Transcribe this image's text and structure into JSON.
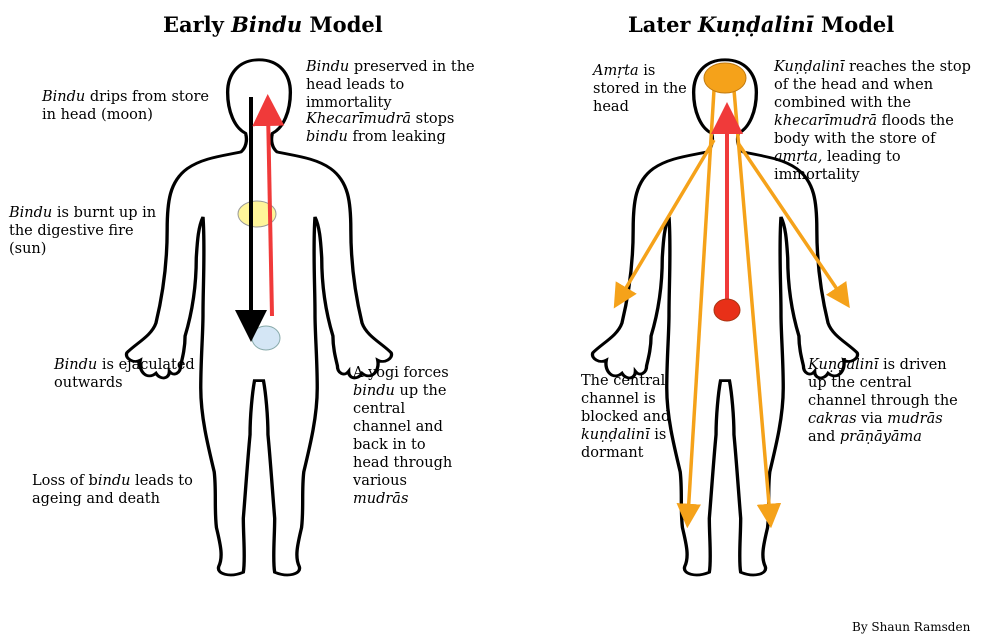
{
  "left": {
    "title_pre": "Early ",
    "title_em": "Bindu",
    "title_post": " Model",
    "labels": {
      "drips": {
        "em": "Bindu",
        "rest": " drips from store in head (moon)"
      },
      "preserved": {
        "em": "Bindu",
        "rest": " preserved in the head leads to immortality"
      },
      "khecari": {
        "em": "Khecarīmudrā",
        "rest1": " stops ",
        "em2": "bindu",
        "rest2": " from leaking"
      },
      "burnt": {
        "em": "Bindu",
        "rest": " is burnt up in the digestive fire (sun)"
      },
      "ejaculated": {
        "em": "Bindu",
        "rest": " is ejaculated outwards"
      },
      "yogi": {
        "pre": "A yogi forces ",
        "em": "bindu",
        "mid": " up the central channel and back in to head through various ",
        "em2": "mudrās"
      },
      "loss": {
        "pre": "Loss of b",
        "em": "indu",
        "rest": " leads to ageing and death"
      }
    }
  },
  "right": {
    "title_pre": "Later ",
    "title_em": "Kuṇḍalinī",
    "title_post": " Model",
    "labels": {
      "amrta": {
        "em": "Amṛta",
        "rest": " is stored in the head"
      },
      "reaches": {
        "em": "Kuṇḍalinī",
        "rest1": " reaches the stop of the head and when combined with the ",
        "em2": "khecarīmudrā",
        "rest2": " floods the body with the store of ",
        "em3": "amṛta,",
        "rest3": " leading to immortality"
      },
      "blocked": {
        "pre": "The central channel is blocked and ",
        "em": "kuṇḍalinī",
        "rest": " is dormant"
      },
      "driven": {
        "em": "Kuṇḍalinī",
        "rest1": " is driven up the central channel through the ",
        "em2": "cakras",
        "rest2": " via ",
        "em3": "mudrās",
        "rest3": " and ",
        "em4": "prāṇāyāma"
      }
    }
  },
  "credit": "By Shaun Ramsden",
  "colors": {
    "outline": "#000000",
    "red_arrow": "#f03a3a",
    "black_arrow": "#000000",
    "orange": "#f5a21a",
    "sun": "#fff59a",
    "bindu_store": "#d4e6f5",
    "kundalini": "#e83018",
    "amrta": "#f5a21a"
  }
}
